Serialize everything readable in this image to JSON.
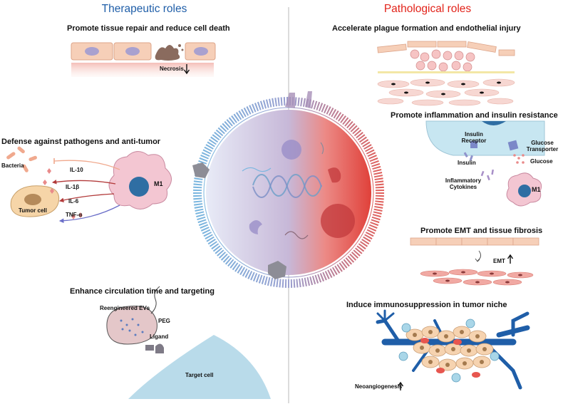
{
  "headers": {
    "left": "Therapeutic roles",
    "right": "Pathological roles"
  },
  "therapeutic": {
    "repair": {
      "title": "Promote tissue repair and reduce cell death",
      "necrosis": "Necrosis"
    },
    "defense": {
      "title": "Defense against pathogens and anti-tumor",
      "bacteria": "Bacteria",
      "tumor_cell": "Tumor cell",
      "m1": "M1",
      "cytokines": [
        "IL-10",
        "IL-1β",
        "IL-6",
        "TNF-α"
      ]
    },
    "circulation": {
      "title": "Enhance circulation time and targeting",
      "evs": "Reengineered EVs",
      "peg": "PEG",
      "ligand": "Ligand",
      "target": "Target cell"
    }
  },
  "pathological": {
    "plaque": {
      "title": "Accelerate plague formation and endothelial injury"
    },
    "inflammation": {
      "title": "Promote inflammation and insulin resistance",
      "receptor_line1": "Insulin",
      "receptor_line2": "Receptor",
      "transporter_line1": "Glucose",
      "transporter_line2": "Transporter",
      "insulin": "Insulin",
      "glucose": "Glucose",
      "cytokines_line1": "Inflammatory",
      "cytokines_line2": "Cytokines",
      "m1": "M1"
    },
    "emt": {
      "title": "Promote EMT and tissue fibrosis",
      "label": "EMT"
    },
    "immuno": {
      "title": "Induce  immunosuppression in tumor niche",
      "neo": "Neoangiogenesis"
    }
  },
  "colors": {
    "therapeutic_blue": "#1f5ea8",
    "pathological_red": "#e2231a",
    "macrophage_pink": "#f3c6d2",
    "nucleus_blue": "#2f6ea3",
    "vessel_blue": "#1f5ea8",
    "target_cell_blue": "#b9dbea"
  }
}
